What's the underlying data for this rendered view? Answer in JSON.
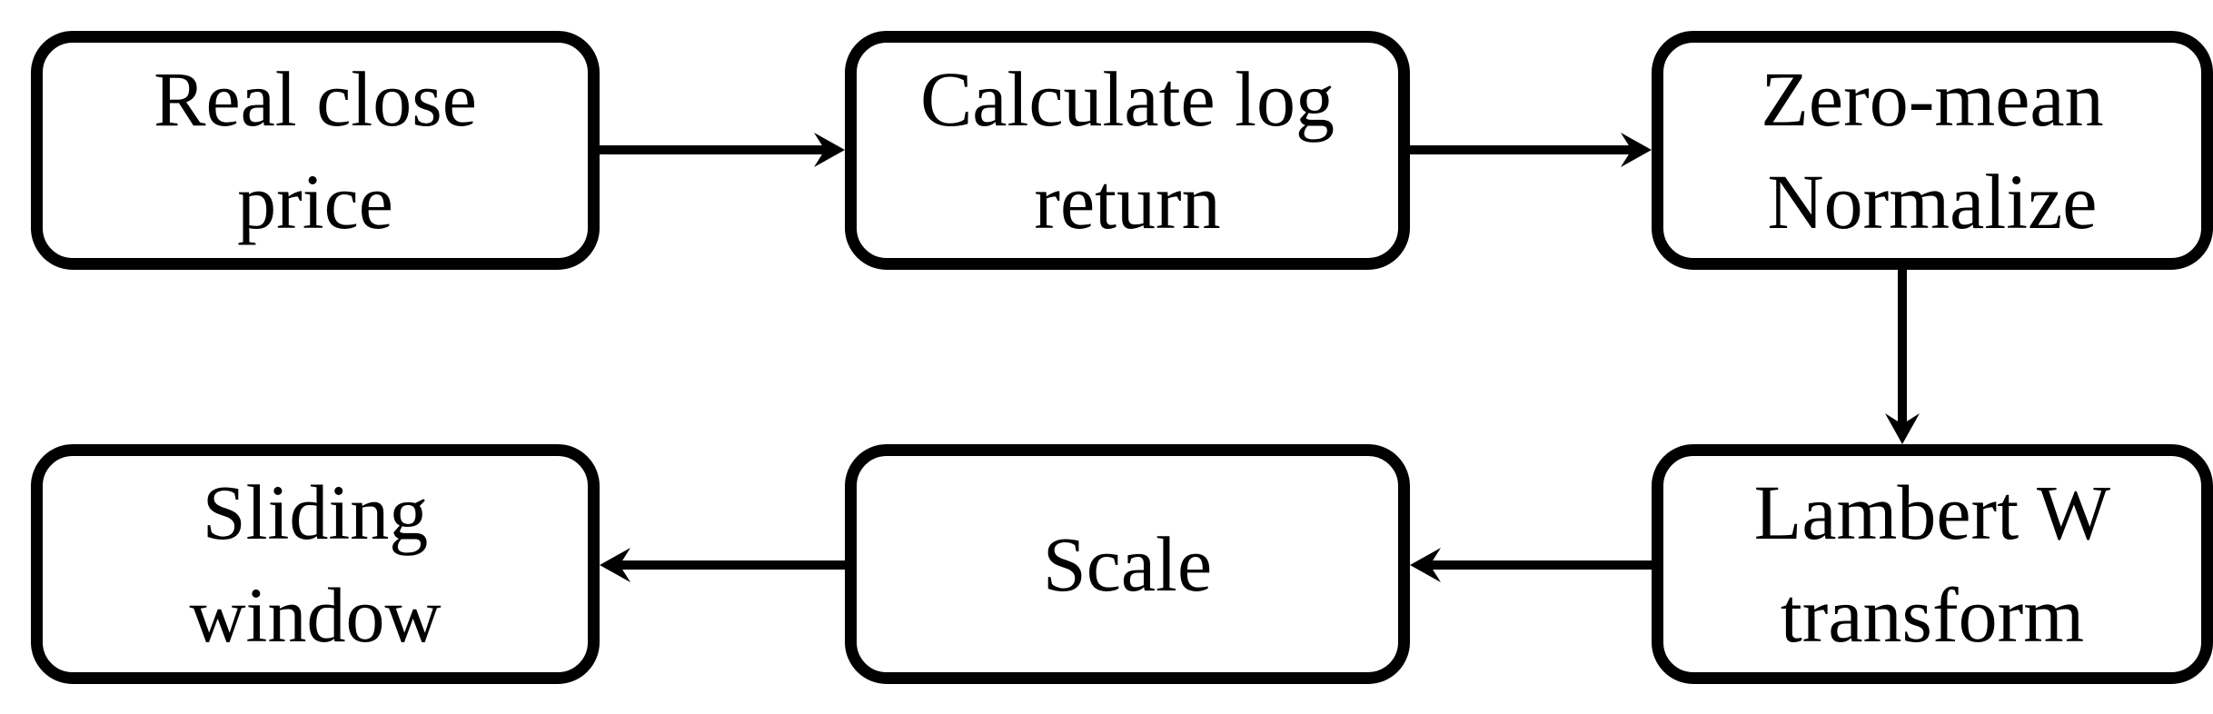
{
  "flowchart": {
    "type": "flowchart",
    "colors": {
      "stroke": "#000000",
      "node_fill": "#ffffff",
      "background": "#ffffff",
      "text": "#000000"
    },
    "nodes": [
      {
        "id": "real-close-price",
        "label": "Real close\nprice"
      },
      {
        "id": "calculate-log-return",
        "label": "Calculate log\nreturn"
      },
      {
        "id": "zero-mean-normalize",
        "label": "Zero-mean\nNormalize"
      },
      {
        "id": "lambert-w-transform",
        "label": "Lambert W\ntransform"
      },
      {
        "id": "scale",
        "label": "Scale"
      },
      {
        "id": "sliding-window",
        "label": "Sliding\nwindow"
      }
    ],
    "edges": [
      {
        "from": "real-close-price",
        "to": "calculate-log-return",
        "direction": "right"
      },
      {
        "from": "calculate-log-return",
        "to": "zero-mean-normalize",
        "direction": "right"
      },
      {
        "from": "zero-mean-normalize",
        "to": "lambert-w-transform",
        "direction": "down"
      },
      {
        "from": "lambert-w-transform",
        "to": "scale",
        "direction": "left"
      },
      {
        "from": "scale",
        "to": "sliding-window",
        "direction": "left"
      }
    ]
  }
}
